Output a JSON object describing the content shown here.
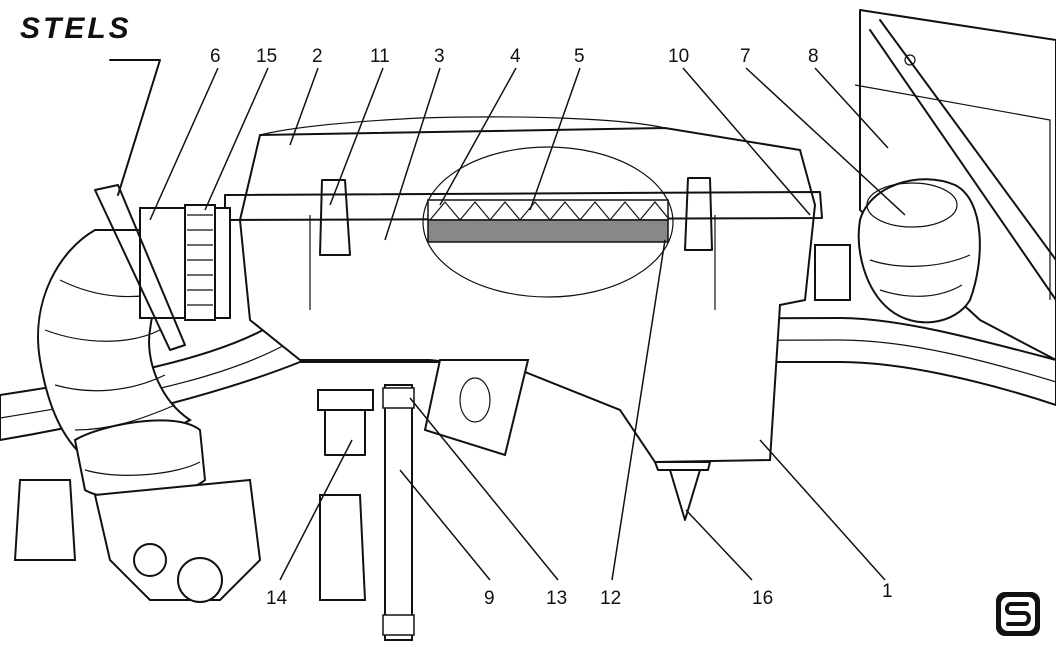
{
  "brand": {
    "name": "STELS"
  },
  "callouts": [
    {
      "id": "6",
      "label": "6"
    },
    {
      "id": "15",
      "label": "15"
    },
    {
      "id": "2",
      "label": "2"
    },
    {
      "id": "11",
      "label": "11"
    },
    {
      "id": "3",
      "label": "3"
    },
    {
      "id": "4",
      "label": "4"
    },
    {
      "id": "5",
      "label": "5"
    },
    {
      "id": "10",
      "label": "10"
    },
    {
      "id": "7",
      "label": "7"
    },
    {
      "id": "8",
      "label": "8"
    },
    {
      "id": "14",
      "label": "14"
    },
    {
      "id": "9",
      "label": "9"
    },
    {
      "id": "13",
      "label": "13"
    },
    {
      "id": "12",
      "label": "12"
    },
    {
      "id": "16",
      "label": "16"
    },
    {
      "id": "1",
      "label": "1"
    }
  ],
  "icons": {
    "corner_logo": "stels-s-logo-icon"
  }
}
